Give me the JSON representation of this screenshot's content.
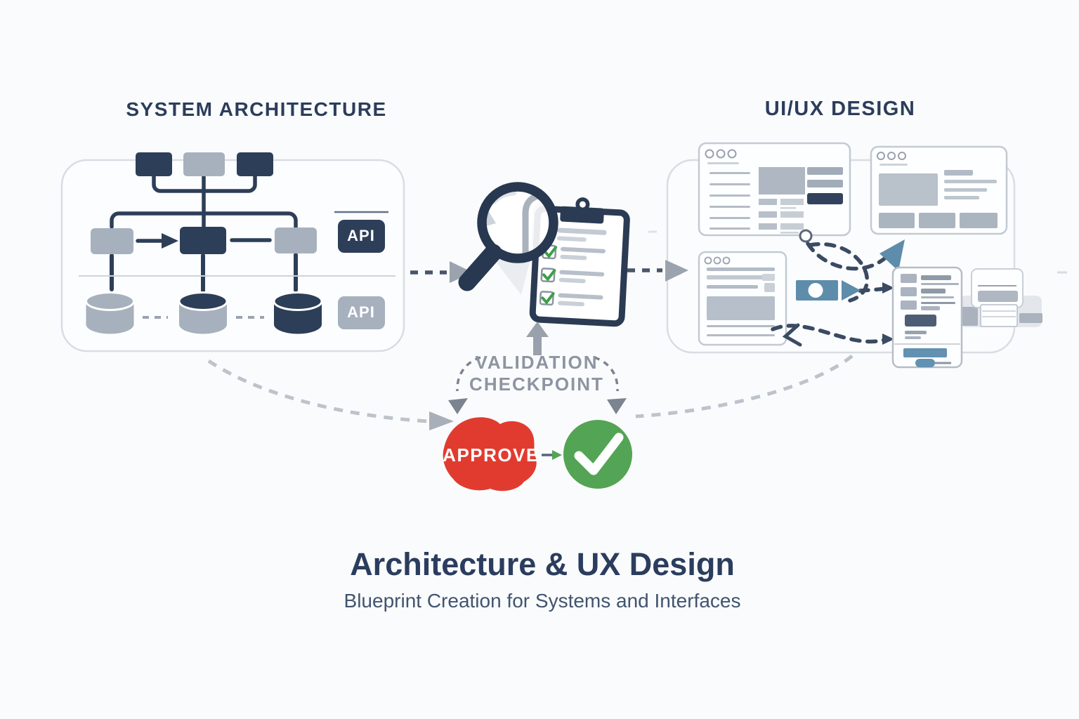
{
  "sections": {
    "left": {
      "title": "SYSTEM ARCHITECTURE",
      "api_badge_top": "API",
      "api_badge_bottom": "API"
    },
    "center": {
      "checkpoint_line1": "VALIDATION",
      "checkpoint_line2": "CHECKPOINT",
      "checklist_checked_items": 3
    },
    "right": {
      "title": "UI/UX DESIGN"
    },
    "approval": {
      "stamp_label": "APPROVE"
    },
    "footer": {
      "heading": "Architecture & UX Design",
      "subheading": "Blueprint Creation for Systems and Interfaces"
    }
  },
  "icons": [
    "magnifier-icon",
    "clipboard-icon",
    "checkbox-check-icon",
    "approve-stamp-icon",
    "check-circle-icon",
    "pencil-icon",
    "database-cylinder-icon",
    "browser-window-icon",
    "arrow-right-icon",
    "arrow-up-icon"
  ],
  "colors": {
    "background": "#fafbfc",
    "navy": "#2d3e58",
    "slate_gray": "#a7b1be",
    "steel_blue": "#5e8cab",
    "red": "#e13b30",
    "green": "#53a454",
    "muted_text": "#8d95a2",
    "heading_text": "#2b3d5e",
    "panel_border": "#d8dde3"
  }
}
